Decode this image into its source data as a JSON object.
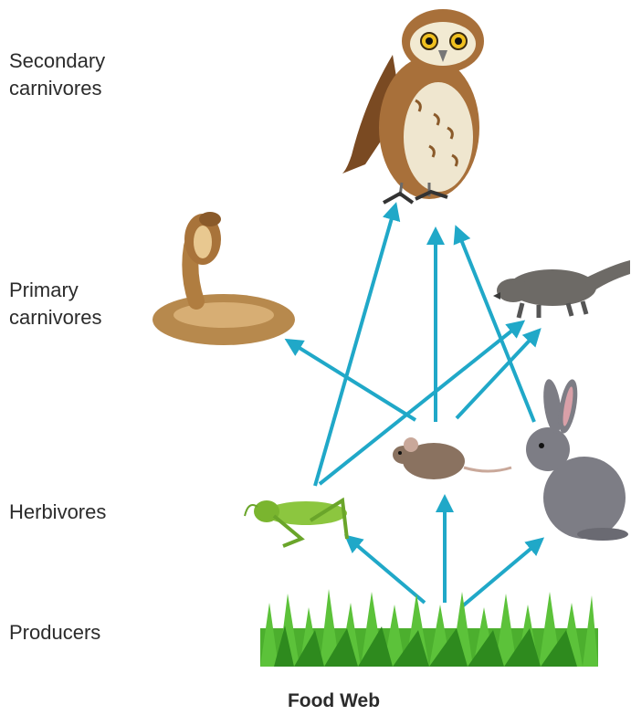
{
  "levels": {
    "secondary_carnivores": "Secondary\ncarnivores",
    "primary_carnivores": "Primary\ncarnivores",
    "herbivores": "Herbivores",
    "producers": "Producers"
  },
  "caption": "Food Web",
  "colors": {
    "arrow": "#20a8c8",
    "grass": "#4caf2e",
    "grass_dark": "#2e8a1e"
  },
  "organisms": [
    {
      "name": "owl",
      "level": "secondary_carnivores"
    },
    {
      "name": "cobra",
      "level": "primary_carnivores"
    },
    {
      "name": "mongoose",
      "level": "primary_carnivores"
    },
    {
      "name": "grasshopper",
      "level": "herbivores"
    },
    {
      "name": "mouse",
      "level": "herbivores"
    },
    {
      "name": "rabbit",
      "level": "herbivores"
    },
    {
      "name": "grass",
      "level": "producers"
    }
  ],
  "energy_flow": [
    {
      "from": "grass",
      "to": "grasshopper"
    },
    {
      "from": "grass",
      "to": "mouse"
    },
    {
      "from": "grass",
      "to": "rabbit"
    },
    {
      "from": "grasshopper",
      "to": "owl"
    },
    {
      "from": "grasshopper",
      "to": "mongoose"
    },
    {
      "from": "mouse",
      "to": "owl"
    },
    {
      "from": "mouse",
      "to": "cobra"
    },
    {
      "from": "mouse",
      "to": "mongoose"
    },
    {
      "from": "rabbit",
      "to": "owl"
    }
  ]
}
